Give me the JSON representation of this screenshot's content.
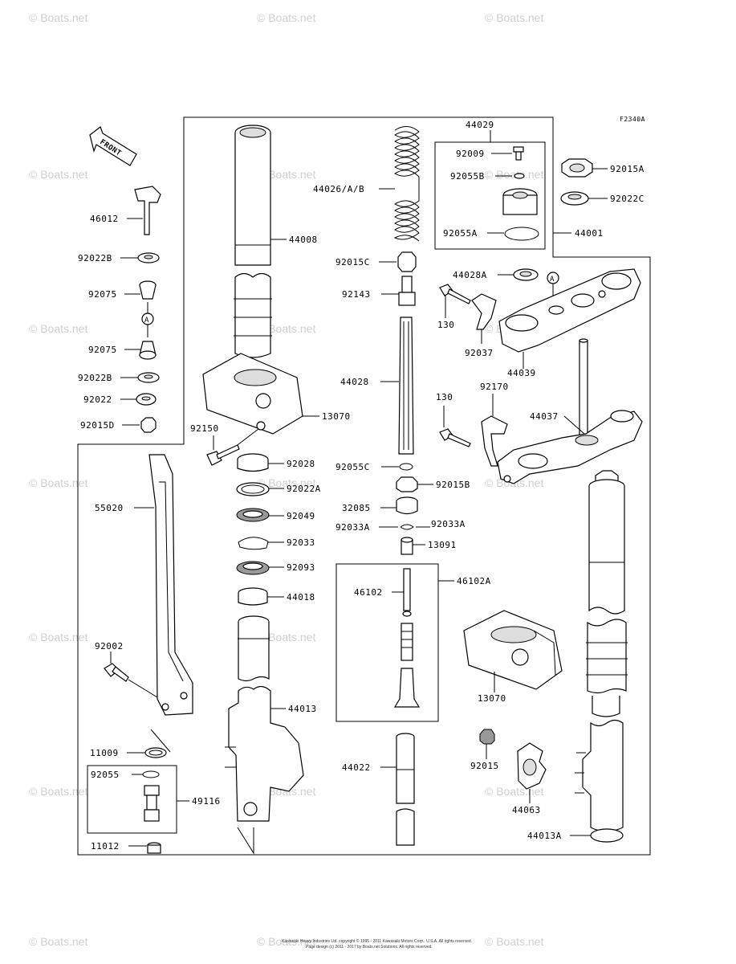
{
  "diagram_code": "F2340A",
  "front_label": "FRONT",
  "ref_circle": "A",
  "watermark": "© Boats.net",
  "footer_line1": "Kawasaki Heavy Industries Ltd. copyright © 1995 - 2011 Kawasaki Motors Corp., U.S.A. All rights reserved.",
  "footer_line2": "Page design (c) 2011 - 2017 by Boats.net Solutions. All rights reserved.",
  "part_labels": {
    "p44029": "44029",
    "p92009": "92009",
    "p92055B": "92055B",
    "p92055A": "92055A",
    "p44001": "44001",
    "p92015A": "92015A",
    "p92022C": "92022C",
    "p44026": "44026/A/B",
    "p44008": "44008",
    "p46012": "46012",
    "p92022B_1": "92022B",
    "p92075_1": "92075",
    "p92075_2": "92075",
    "p92022B_2": "92022B",
    "p92022": "92022",
    "p92015D": "92015D",
    "p92015C": "92015C",
    "p92143": "92143",
    "p44028A": "44028A",
    "p130_1": "130",
    "p92037": "92037",
    "p44039": "44039",
    "p44028": "44028",
    "p130_2": "130",
    "p92170": "92170",
    "p44037": "44037",
    "p13070_1": "13070",
    "p92150": "92150",
    "p92028": "92028",
    "p92022A": "92022A",
    "p92049": "92049",
    "p92033": "92033",
    "p92093": "92093",
    "p44018": "44018",
    "p55020": "55020",
    "p92055C": "92055C",
    "p92015B": "92015B",
    "p32085": "32085",
    "p92033A_1": "92033A",
    "p92033A_2": "92033A",
    "p13091": "13091",
    "p46102A": "46102A",
    "p46102": "46102",
    "p92002": "92002",
    "p44013": "44013",
    "p13070_2": "13070",
    "p11009": "11009",
    "p92055": "92055",
    "p49116": "49116",
    "p11012": "11012",
    "p44022": "44022",
    "p92015": "92015",
    "p44063": "44063",
    "p44013A": "44013A"
  }
}
